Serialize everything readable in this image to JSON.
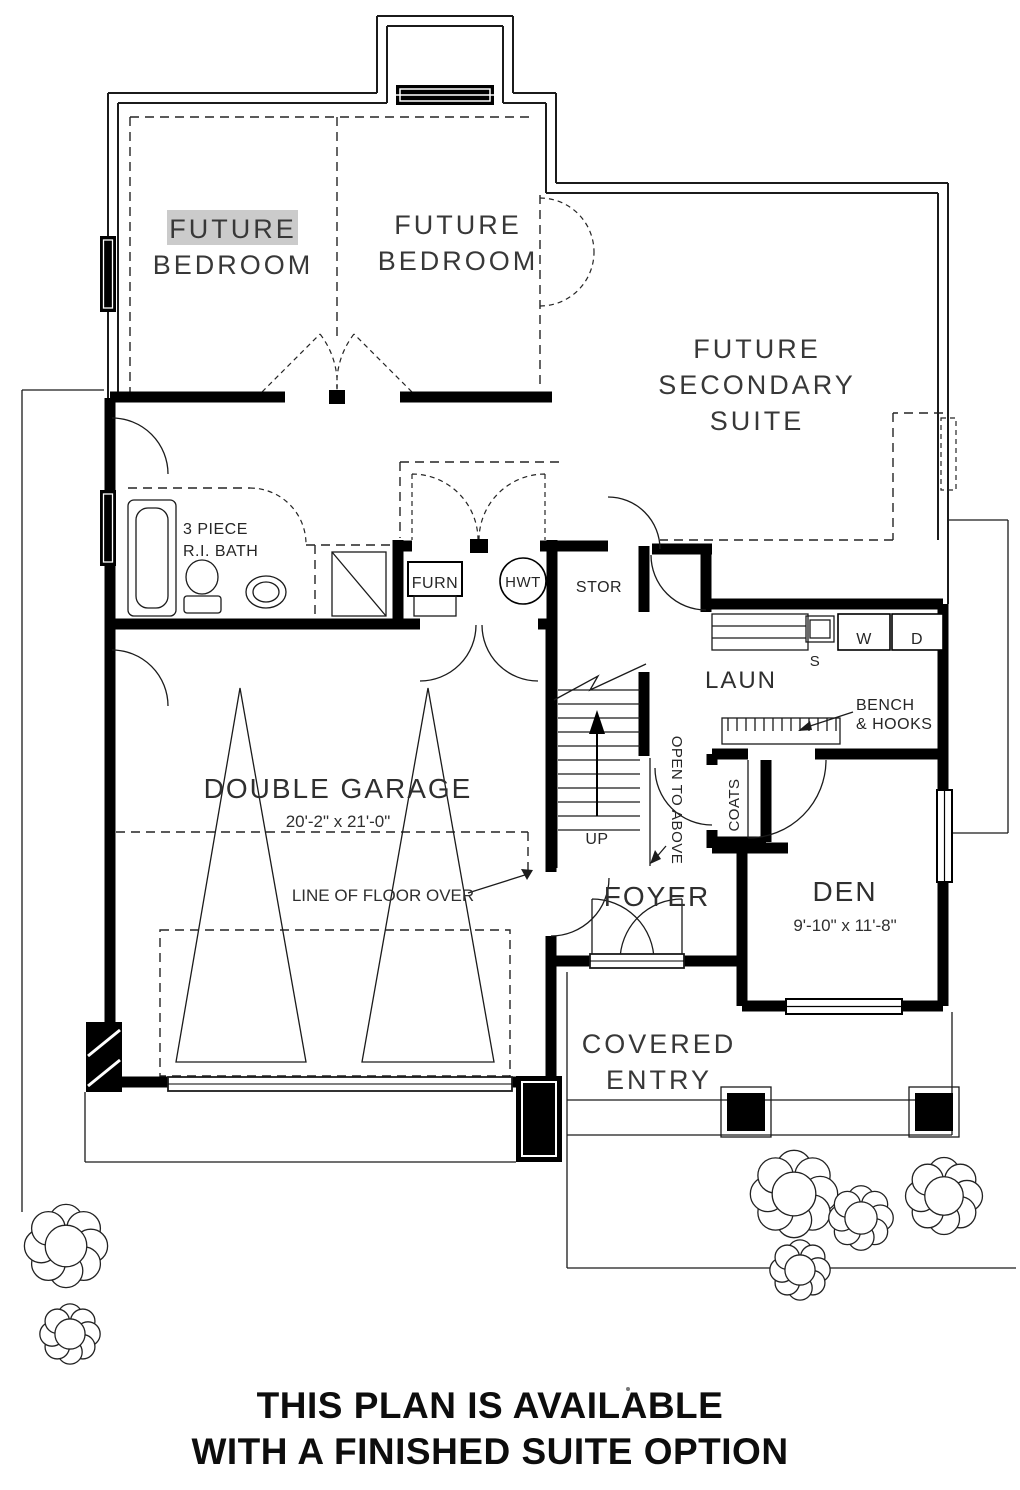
{
  "labels": {
    "bedroom1": {
      "l1": "FUTURE",
      "l2": "BEDROOM"
    },
    "bedroom2": {
      "l1": "FUTURE",
      "l2": "BEDROOM"
    },
    "suite": {
      "l1": "FUTURE",
      "l2": "SECONDARY",
      "l3": "SUITE"
    },
    "bath": {
      "l1": "3 PIECE",
      "l2": "R.I. BATH"
    },
    "furn": "FURN",
    "hwt": "HWT",
    "stor": "STOR",
    "laun": "LAUN",
    "sink": "S",
    "washer": "W",
    "dryer": "D",
    "bench": {
      "l1": "BENCH",
      "l2": "& HOOKS"
    },
    "coats": "COATS",
    "up": "UP",
    "open_to_above": "OPEN TO ABOVE",
    "garage": {
      "name": "DOUBLE GARAGE",
      "dims": "20'-2\" x 21'-0\""
    },
    "floor_over": "LINE OF FLOOR OVER",
    "foyer": "FOYER",
    "den": {
      "name": "DEN",
      "dims": "9'-10\" x 11'-8\""
    },
    "entry": {
      "l1": "COVERED",
      "l2": "ENTRY"
    }
  },
  "footer": {
    "line1": "THIS PLAN IS AVAILABLE",
    "line2": "WITH A FINISHED SUITE OPTION"
  },
  "colors": {
    "ink": "#1b1b1b",
    "wall": "#000000",
    "highlight": "#cbcbcb"
  }
}
